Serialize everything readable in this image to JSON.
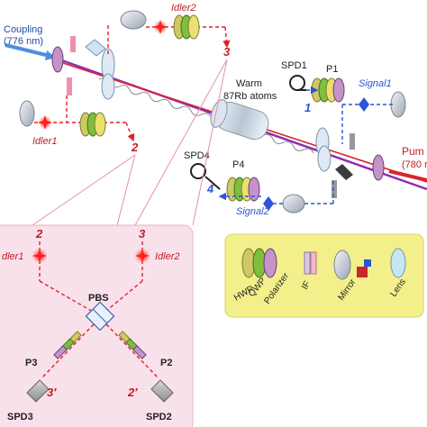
{
  "labels": {
    "coupling": "Coupling",
    "coupling_wavelength": "(776 nm)",
    "idler2_top": "Idler2",
    "idler1_top": "Idler1",
    "port_3_top": "3",
    "port_2_top": "2",
    "warm": "Warm",
    "atoms": "87Rb atoms",
    "spd1": "SPD1",
    "p1": "P1",
    "port_1": "1",
    "signal1": "Signal1",
    "spd4": "SPD4",
    "p4": "P4",
    "port_4": "4",
    "signal2": "Signal2",
    "pump": "Pum",
    "pump_wavelength": "(780 r"
  },
  "inset": {
    "in_2": "2",
    "in_3": "3",
    "idler1": "dler1",
    "idler2": "Idler2",
    "pbs": "PBS",
    "p3": "P3",
    "p2": "P2",
    "out_3": "3′",
    "out_2": "2′",
    "spd3": "SPD3",
    "spd2": "SPD2"
  },
  "legend": {
    "hwp": "HWP",
    "qwp": "QWP",
    "polarizer": "Polarizer",
    "if": "IF",
    "mirror": "Mirror",
    "lens": "Lens"
  },
  "colors": {
    "coupling_beam": "#8e2bb5",
    "pump_beam": "#d7262c",
    "idler": "#e0202a",
    "signal": "#2a55d6",
    "inset_bg": "#f8e1ea",
    "legend_bg": "#f3ef8a",
    "hwp": "#cfc866",
    "qwp": "#7fbf3f",
    "polarizer": "#c792c9"
  }
}
